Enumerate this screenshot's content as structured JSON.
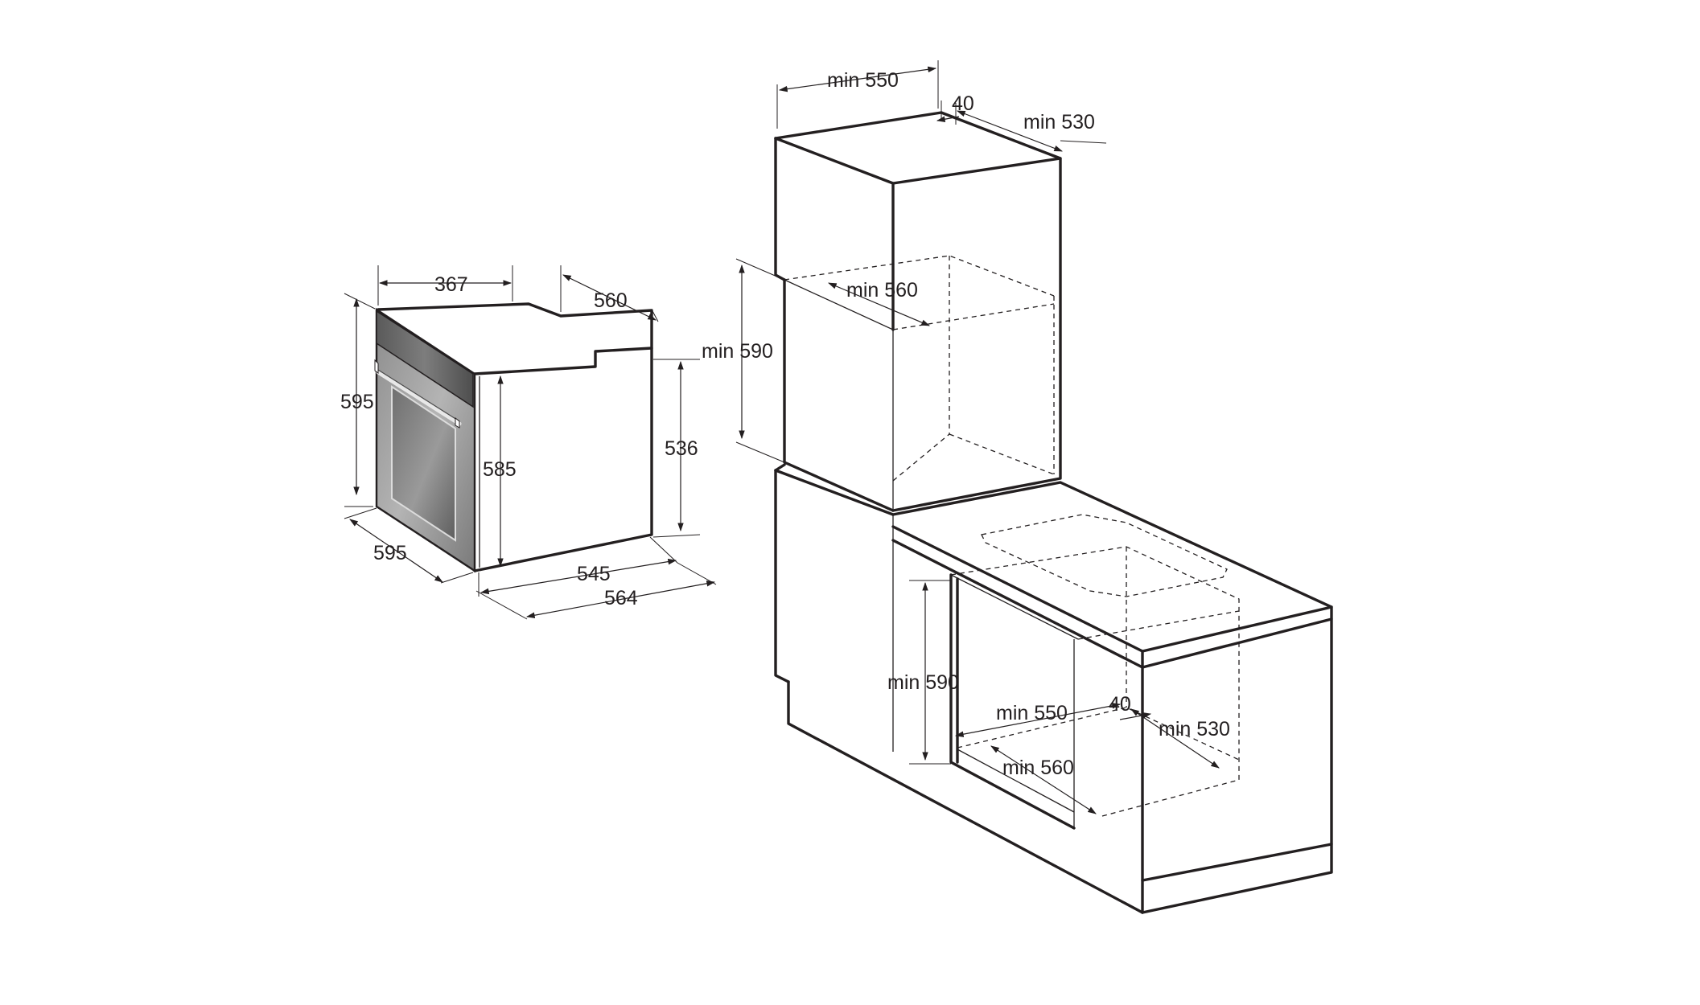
{
  "oven": {
    "dims": {
      "top_width": "367",
      "top_depth": "560",
      "height": "595",
      "inner_height": "585",
      "side_height": "536",
      "front_width": "595",
      "depth_545": "545",
      "depth_564": "564"
    }
  },
  "tall_unit": {
    "dims": {
      "width": "min 550",
      "gap": "40",
      "depth": "min 530",
      "inner_depth": "min 560",
      "niche_height": "min 590"
    }
  },
  "base_unit": {
    "dims": {
      "niche_height": "min 590",
      "width": "min 550",
      "gap": "40",
      "depth": "min 530",
      "inner_depth": "min 560"
    }
  }
}
